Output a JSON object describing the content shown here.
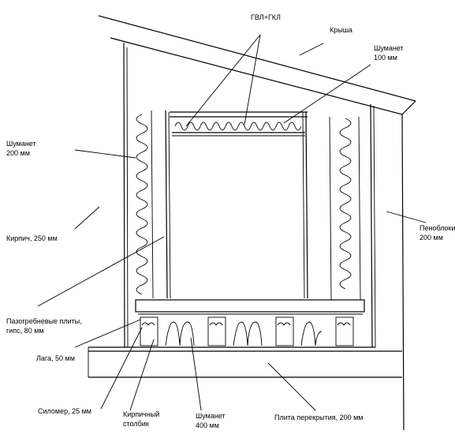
{
  "labels": {
    "gvl_gkl": "ГВЛ+ГКЛ",
    "roof": "Крыша",
    "shumanet_100_a": "Шуманет",
    "shumanet_100_b": "100 мм",
    "shumanet_200_a": "Шуманет",
    "shumanet_200_b": "200 мм",
    "brick": "Кирпич, 250 мм",
    "foam_a": "Пеноблоки",
    "foam_b": "200 мм",
    "tongue_a": "Пазогребневые плиты,",
    "tongue_b": "гипс, 80 мм",
    "lag": "Лага, 50 мм",
    "silomer": "Силомер, 25 мм",
    "brick_post_a": "Кирпичный",
    "brick_post_b": "столбик",
    "shumanet_400_a": "Шуманет",
    "shumanet_400_b": "400 мм",
    "slab": "Плита перекрытия, 200 мм"
  },
  "colors": {
    "ink": "#000000",
    "paper": "#ffffff"
  }
}
